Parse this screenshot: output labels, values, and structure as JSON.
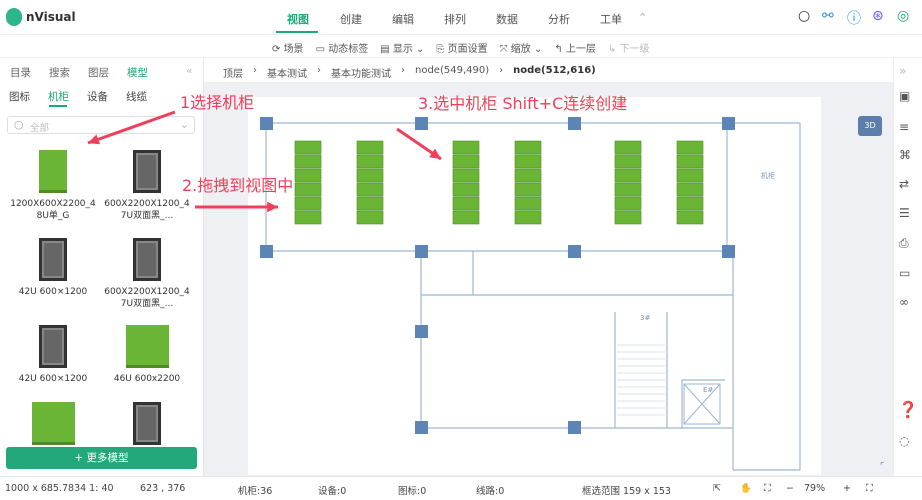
{
  "app": {
    "title": "nVisual"
  },
  "nav": {
    "items": [
      "视图",
      "创建",
      "编辑",
      "排列",
      "数据",
      "分析",
      "工单"
    ],
    "active": "视图",
    "collapse": "⌃"
  },
  "header_icons": [
    "search-icon",
    "share-icon",
    "info-icon",
    "settings-icon",
    "user-icon"
  ],
  "toolbar": {
    "scene": "场景",
    "dynamic_label": "动态标签",
    "display": "显示",
    "page_settings": "页面设置",
    "zoom": "缩放",
    "up_level": "上一层",
    "down_level": "下一级"
  },
  "panel": {
    "tabs": [
      "目录",
      "搜索",
      "图层",
      "模型"
    ],
    "active_tab": "模型",
    "collapse": "«",
    "subtabs": [
      "图标",
      "机柜",
      "设备",
      "线缆"
    ],
    "active_subtab": "机柜",
    "search_placeholder": "全部",
    "more_button": "+ 更多模型",
    "models": [
      {
        "label": "1200X600X2200_48U单_G",
        "style": "green"
      },
      {
        "label": "600X2200X1200_47U双面黑_...",
        "style": "dark"
      },
      {
        "label": "42U 600×1200",
        "style": "dark"
      },
      {
        "label": "600X2200X1200_47U双面黑_...",
        "style": "dark"
      },
      {
        "label": "42U 600×1200",
        "style": "dark"
      },
      {
        "label": "46U 600x2200",
        "style": "green"
      },
      {
        "label": "",
        "style": "green"
      },
      {
        "label": "",
        "style": "dark"
      }
    ]
  },
  "breadcrumb": [
    "顶层",
    "基本测试",
    "基本功能测试",
    "node(549,490)",
    "node(512,616)"
  ],
  "annotations": {
    "step1": "1选择机柜",
    "step2": "2.拖拽到视图中",
    "step3": "3.选中机柜 Shift+C连续创建"
  },
  "canvas": {
    "btn_3d": "3D",
    "room_label": "机柜",
    "stair_label": "3#",
    "elevator_label": "E#",
    "cabinet_color": "#6ab536",
    "column_color": "#5b85b5",
    "accent": "#1fa67a"
  },
  "status": {
    "size_scale": "1000 x 685.7834  1: 40",
    "cursor": "623 , 376",
    "cabinets": "机柜:36",
    "devices": "设备:0",
    "icons": "图标:0",
    "lines": "线路:0",
    "selection": "框选范围  159 x 153",
    "zoom": "79%",
    "zoom_out": "−",
    "zoom_in": "+"
  }
}
